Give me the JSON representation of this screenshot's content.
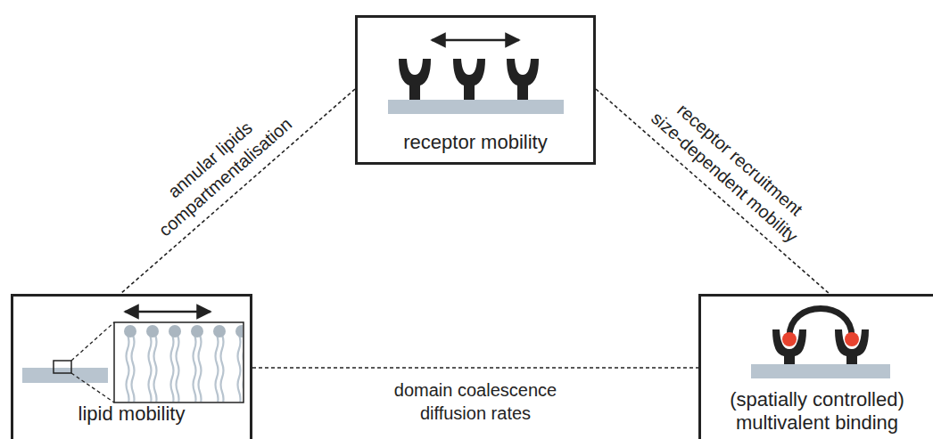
{
  "diagram": {
    "nodes": [
      {
        "text": [
          "receptor mobility"
        ]
      },
      {
        "text": [
          "lipid mobility"
        ]
      },
      {
        "text": [
          "(spatially controlled) multivalent binding"
        ]
      }
    ],
    "edges": [
      {
        "from": 0,
        "to": 1,
        "label": "annular lipids compartmentalisation",
        "arrow": "none"
      },
      {
        "from": 0,
        "to": 2,
        "label": "receptor recruitment size-dependent mobility",
        "arrow": "none"
      },
      {
        "from": 1,
        "to": 2,
        "label": "domain coalescence diffusion rates",
        "arrow": "none"
      }
    ]
  }
}
